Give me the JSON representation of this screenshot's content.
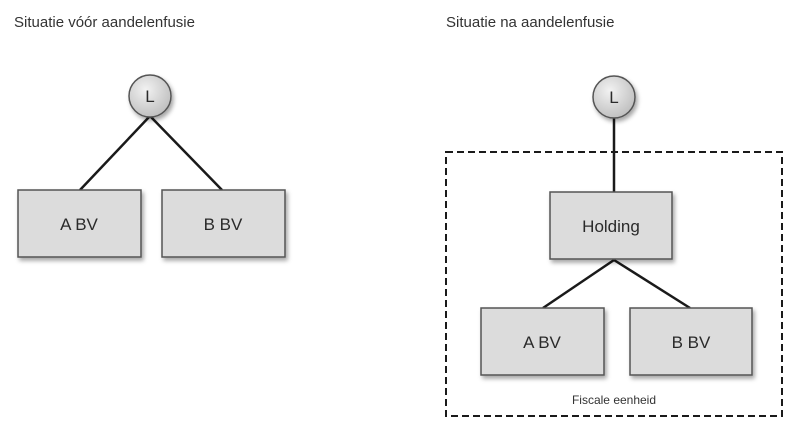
{
  "left_panel": {
    "title": "Situatie vóór aandelenfusie",
    "owner": "L",
    "companies": [
      "A BV",
      "B BV"
    ]
  },
  "right_panel": {
    "title": "Situatie na aandelenfusie",
    "owner": "L",
    "holding": "Holding",
    "companies": [
      "A BV",
      "B BV"
    ],
    "group_label": "Fiscale eenheid"
  },
  "colors": {
    "box_fill": "#dcdcdc",
    "box_border": "#555555",
    "circle_fill": "#d8d8d8",
    "line": "#1a1a1a",
    "text": "#2a2a2a"
  }
}
